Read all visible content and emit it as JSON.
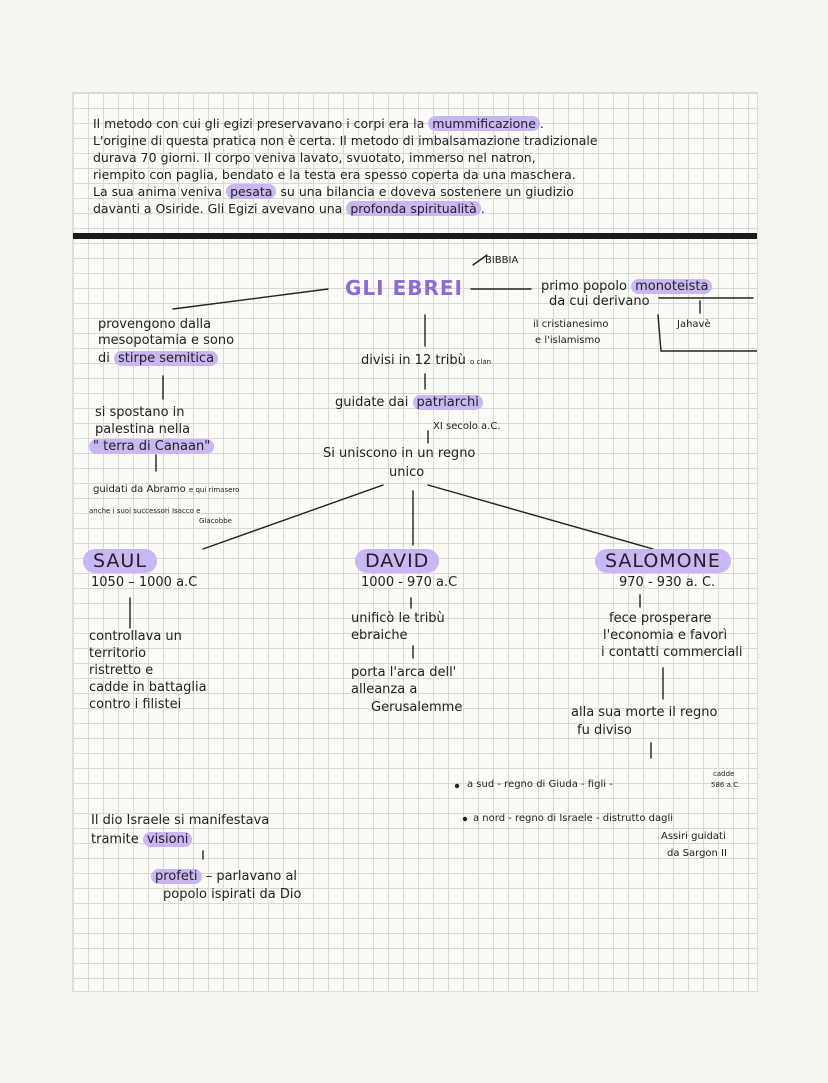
{
  "intro": {
    "line1_a": "Il metodo con cui gli egizi preservavano i corpi era la",
    "line1_hl": "mummificazione",
    "line2": "L'origine di questa pratica non è certa. Il metodo di imbalsamazione tradizionale",
    "line3": "durava 70 giorni. Il corpo veniva lavato, svuotato, immerso nel natron,",
    "line4": "riempito con paglia, bendato e la testa era spesso coperta da una maschera.",
    "line5_a": "La sua anima veniva",
    "line5_hl": "pesata",
    "line5_b": "su una bilancia e doveva sostenere un giudizio",
    "line6_a": "davanti a Osiride. Gli Egizi avevano una",
    "line6_hl": "profonda spiritualità"
  },
  "map": {
    "title": "GLI EBREI",
    "bibbia": "BIBBIA",
    "mono_a": "primo popolo",
    "mono_hl": "monoteista",
    "mono_b": "da cui derivano",
    "mono_c": "il cristianesimo",
    "mono_d": "e l'islamismo",
    "jahave": "Jahavè",
    "origin_a": "provengono dalla",
    "origin_b": "mesopotamia e sono",
    "origin_c": "di",
    "origin_hl": "stirpe semitica",
    "move_a": "si spostano in",
    "move_b": "palestina nella",
    "move_hl": "\" terra di Canaan\"",
    "abramo_a": "guidati da Abramo",
    "abramo_b": "e qui rimasero",
    "abramo_c": "anche i suoi successori Isacco e",
    "abramo_d": "Giacobbe",
    "tribes": "divisi in 12 tribù",
    "tribes_b": "o clan",
    "guided": "guidate dai",
    "guided_hl": "patriarchi",
    "century": "XI secolo a.C.",
    "unite_a": "Si uniscono in un regno",
    "unite_b": "unico"
  },
  "kings": {
    "saul": {
      "name": "SAUL",
      "dates": "1050 – 1000 a.C",
      "desc": [
        "controllava un",
        "territorio",
        "ristretto e",
        "cadde in battaglia",
        "contro i filistei"
      ]
    },
    "david": {
      "name": "DAVID",
      "dates": "1000 - 970 a.C",
      "desc1": [
        "unificò le tribù",
        "ebraiche"
      ],
      "desc2": [
        "porta l'arca dell'",
        "alleanza a",
        "Gerusalemme"
      ]
    },
    "salomone": {
      "name": "SALOMONE",
      "dates": "970 - 930 a. C.",
      "desc": [
        "fece prosperare",
        "l'economia e favorì",
        "i contatti commerciali"
      ],
      "death": [
        "alla sua morte il regno",
        "fu diviso"
      ],
      "south": "a sud - regno di Giuda - figli -",
      "south_year_a": "cadde",
      "south_year_b": "586 a.C.",
      "north": "a nord - regno di Israele - distrutto dagli",
      "north_b": "Assiri guidati",
      "north_c": "da Sargon II"
    }
  },
  "god": {
    "line1": "Il dio Israele si manifestava",
    "line2": "tramite",
    "line2_hl": "visioni",
    "prophets_hl": "profeti",
    "prophets_a": "– parlavano al",
    "prophets_b": "popolo ispirati da Dio"
  }
}
